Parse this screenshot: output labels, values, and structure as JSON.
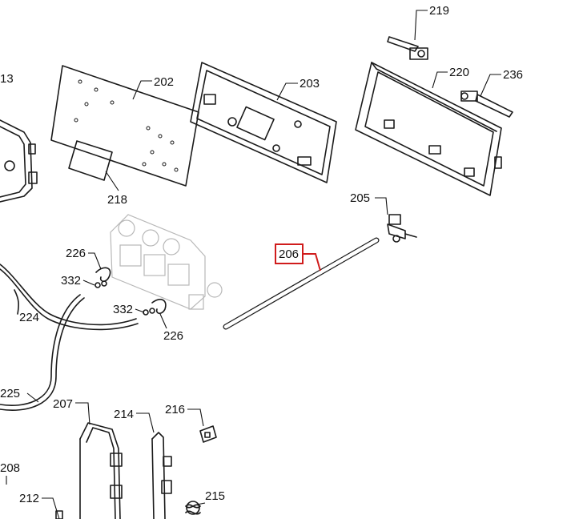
{
  "highlight_color": "#d01c1c",
  "labels": {
    "p13": "13",
    "p202": "202",
    "p203": "203",
    "p205": "205",
    "p206": "206",
    "p207": "207",
    "p208": "208",
    "p212": "212",
    "p214": "214",
    "p215": "215",
    "p216": "216",
    "p218": "218",
    "p219": "219",
    "p220": "220",
    "p224": "224",
    "p225": "225",
    "p226a": "226",
    "p226b": "226",
    "p236": "236",
    "p332a": "332",
    "p332b": "332"
  },
  "selected_part": "206",
  "icons": [
    "exploded-parts-drawing"
  ]
}
